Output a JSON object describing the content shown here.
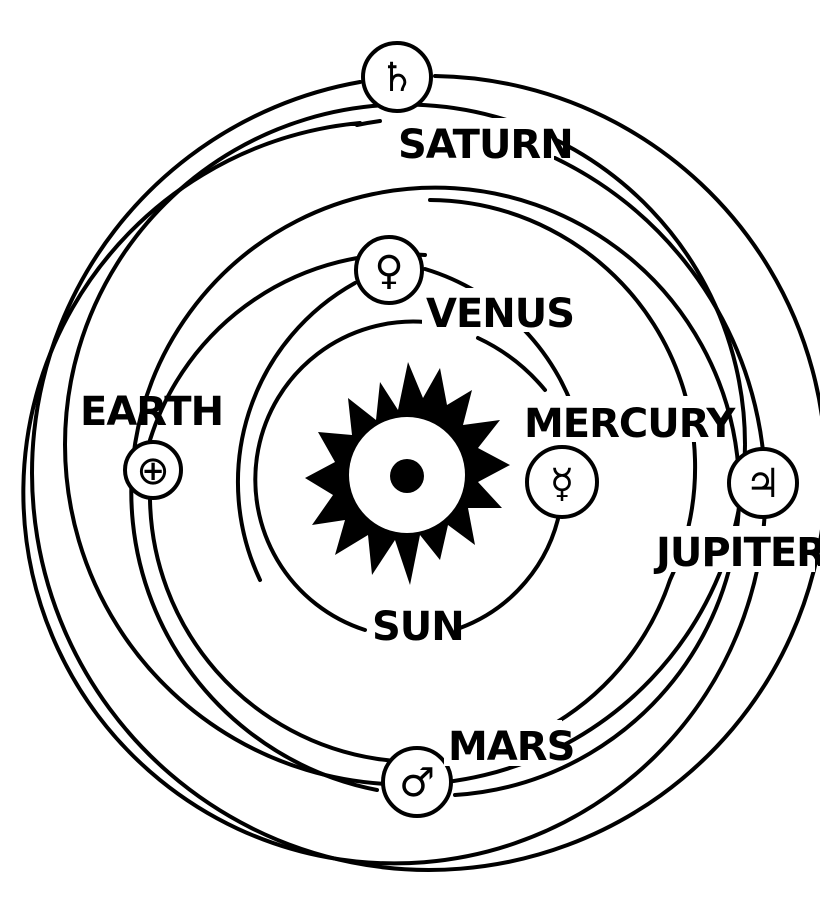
{
  "diagram": {
    "ink_color": "#000000",
    "paper_color": "#ffffff",
    "labels": {
      "saturn": "SATURN",
      "venus": "VENUS",
      "earth": "EARTH",
      "mercury": "MERCURY",
      "jupiter": "JUPITER",
      "sun": "SUN",
      "mars": "MARS"
    },
    "symbols": {
      "saturn": "♄",
      "venus": "♀",
      "earth": "⊕",
      "mercury": "☿",
      "jupiter": "♃",
      "mars": "♂"
    },
    "icons": {
      "saturn": "saturn-symbol-icon",
      "venus": "venus-symbol-icon",
      "earth": "earth-symbol-icon",
      "mercury": "mercury-symbol-icon",
      "jupiter": "jupiter-symbol-icon",
      "mars": "mars-symbol-icon",
      "sun": "sun-icon"
    }
  }
}
